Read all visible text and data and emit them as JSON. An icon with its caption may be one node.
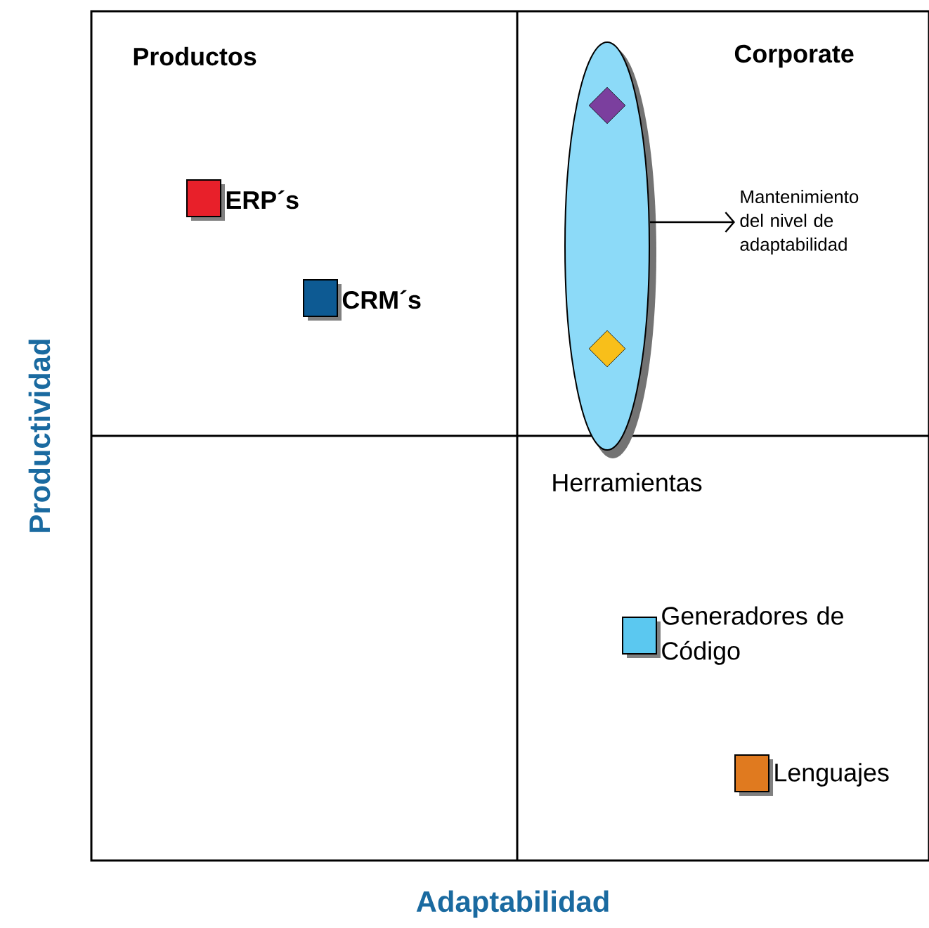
{
  "diagram": {
    "nodes": [
      {
        "text": [],
        "shape": "ellipse"
      },
      {
        "text": [],
        "shape": "diamond",
        "in": 0
      },
      {
        "text": [],
        "shape": "diamond",
        "in": 0
      },
      {
        "text": [
          "Mantenimiento del nivel de adaptabilidad"
        ]
      }
    ],
    "edges": [
      {
        "from": 0,
        "to": 3,
        "arrow": "to"
      }
    ],
    "labels": [
      "Productos",
      "Corporate",
      "ERP´s",
      "CRM´s",
      "Herramientas",
      "Generadores de Código",
      "Lenguajes",
      "Productividad",
      "Adaptabilidad"
    ]
  }
}
